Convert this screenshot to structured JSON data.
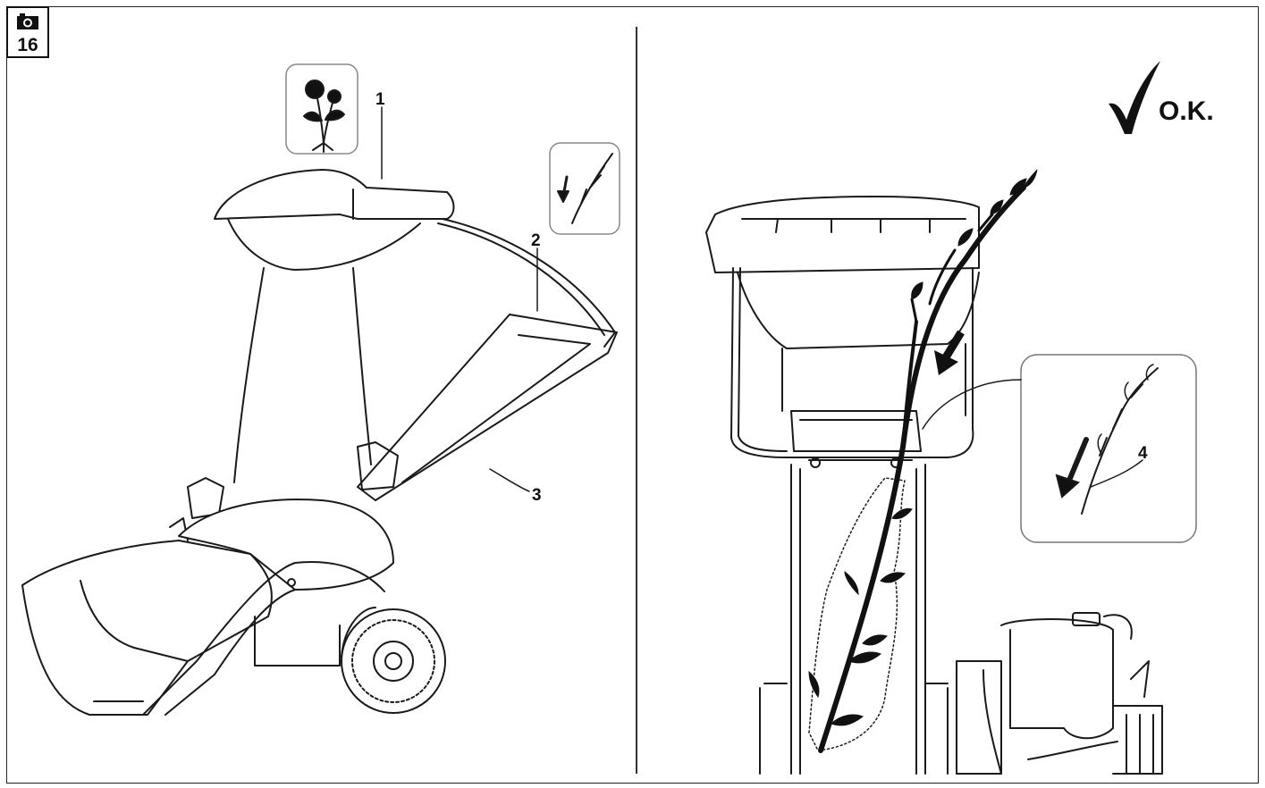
{
  "figure": {
    "number": "16",
    "icon": "camera-icon"
  },
  "left_panel": {
    "callouts": {
      "c1": "1",
      "c2": "2",
      "c3": "3"
    },
    "icons": [
      "flower-plant-icon",
      "branch-feed-icon"
    ]
  },
  "right_panel": {
    "ok_label": "O.K.",
    "callouts": {
      "c4": "4"
    },
    "icons": [
      "check-mark-icon",
      "branch-feed-icon"
    ]
  },
  "colors": {
    "line": "#1a1a1a",
    "paper": "#ffffff"
  }
}
